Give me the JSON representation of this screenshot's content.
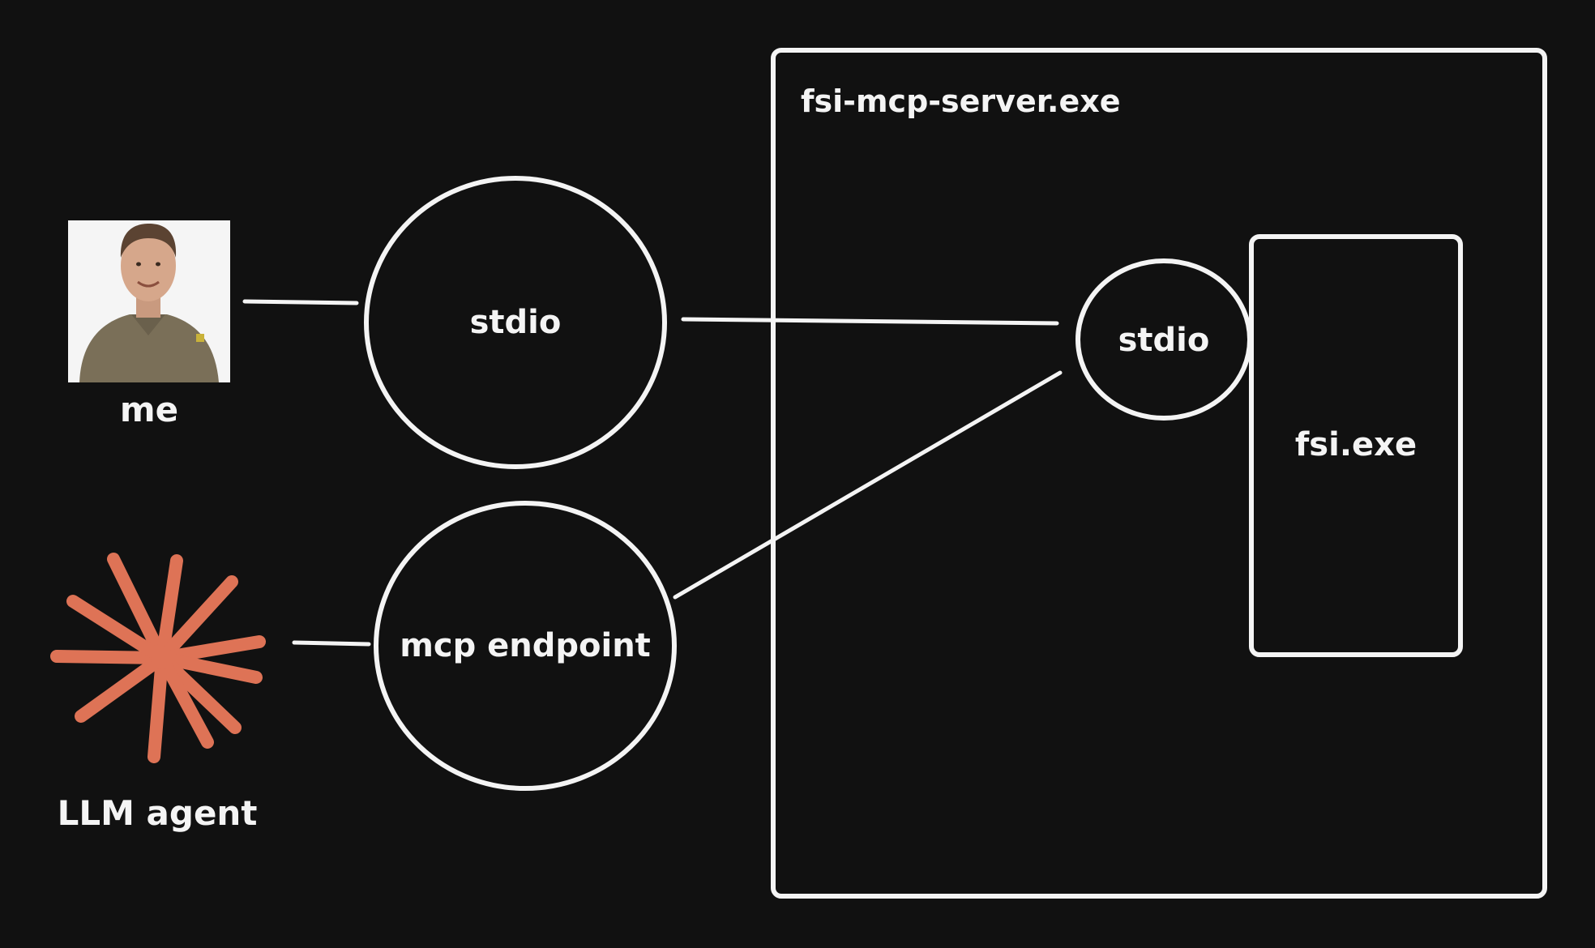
{
  "nodes": {
    "server": {
      "label": "fsi-mcp-server.exe"
    },
    "stdio_outer": {
      "label": "stdio"
    },
    "mcp_endpoint": {
      "label": "mcp endpoint"
    },
    "stdio_inner": {
      "label": "stdio"
    },
    "fsi": {
      "label": "fsi.exe"
    }
  },
  "actors": {
    "me": {
      "label": "me",
      "icon": "person-photo-icon"
    },
    "agent": {
      "label": "LLM agent",
      "icon": "starburst-icon",
      "color": "#de7356"
    }
  },
  "colors": {
    "background": "#111111",
    "stroke": "#f4f4f4",
    "accent": "#de7356"
  }
}
